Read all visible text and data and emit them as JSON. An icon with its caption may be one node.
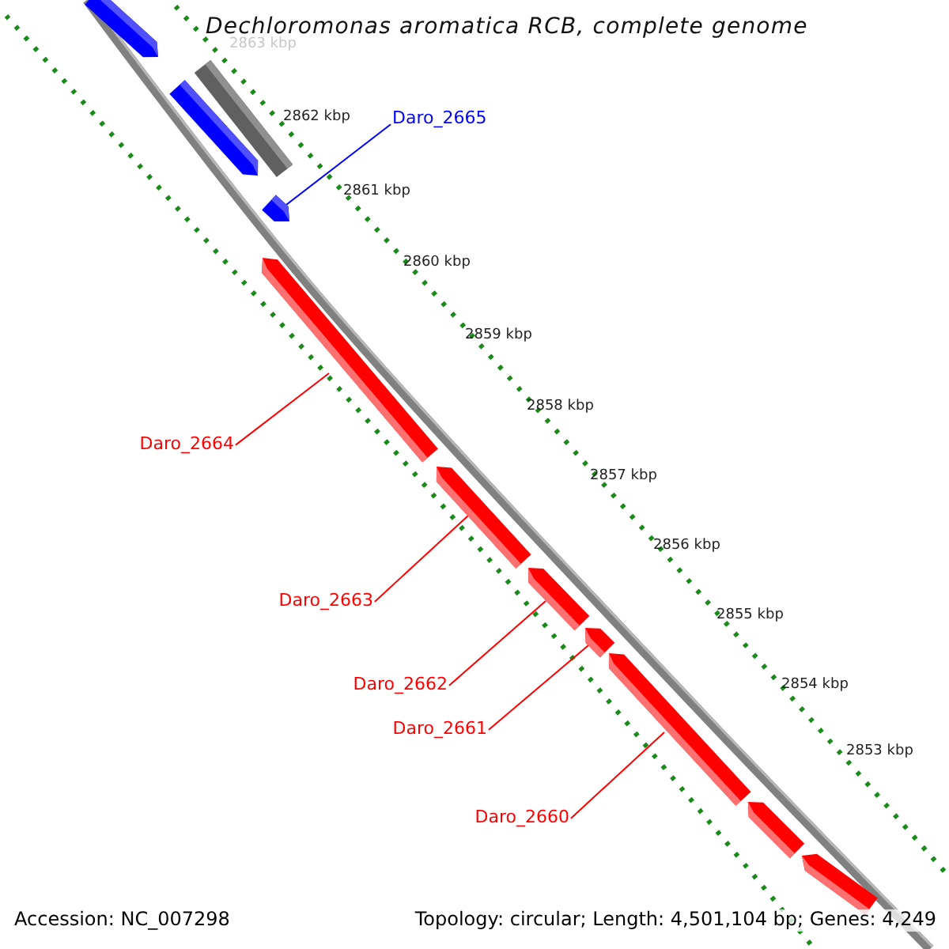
{
  "diagram": {
    "title": "Dechloromonas aromatica RCB, complete genome",
    "nodes": [
      {
        "text": [],
        "shape": "arrow"
      },
      {
        "text": [],
        "shape": "bar"
      },
      {
        "text": [],
        "shape": "arrow"
      },
      {
        "text": [],
        "shape": "arrow"
      },
      {
        "text": [],
        "shape": "arrow"
      },
      {
        "text": [],
        "shape": "arrow"
      },
      {
        "text": [],
        "shape": "arrow"
      },
      {
        "text": [],
        "shape": "arrow"
      },
      {
        "text": [],
        "shape": "arrow"
      },
      {
        "text": [],
        "shape": "arrow"
      },
      {
        "text": [],
        "shape": "arrow"
      },
      {
        "text": [
          "Daro_2665"
        ]
      },
      {
        "text": [
          "Daro_2664"
        ]
      },
      {
        "text": [
          "Daro_2663"
        ]
      },
      {
        "text": [
          "Daro_2662"
        ]
      },
      {
        "text": [
          "Daro_2661"
        ]
      },
      {
        "text": [
          "Daro_2660"
        ]
      }
    ],
    "edges": [
      {
        "from": 11,
        "to": 3,
        "arrow": "none",
        "color": "#0000ff"
      },
      {
        "from": 12,
        "to": 4,
        "arrow": "none"
      },
      {
        "from": 13,
        "to": 5,
        "arrow": "none"
      },
      {
        "from": 14,
        "to": 6,
        "arrow": "none"
      },
      {
        "from": 15,
        "to": 7,
        "arrow": "none"
      },
      {
        "from": 16,
        "to": 8,
        "arrow": "none"
      }
    ],
    "labels": [
      "2863 kbp",
      "2862 kbp",
      "2861 kbp",
      "2860 kbp",
      "2859 kbp",
      "2858 kbp",
      "2857 kbp",
      "2856 kbp",
      "2855 kbp",
      "2854 kbp",
      "2853 kbp",
      "Accession: NC_007298",
      "Topology: circular; Length: 4,501,104 bp; Genes: 4,249"
    ]
  }
}
